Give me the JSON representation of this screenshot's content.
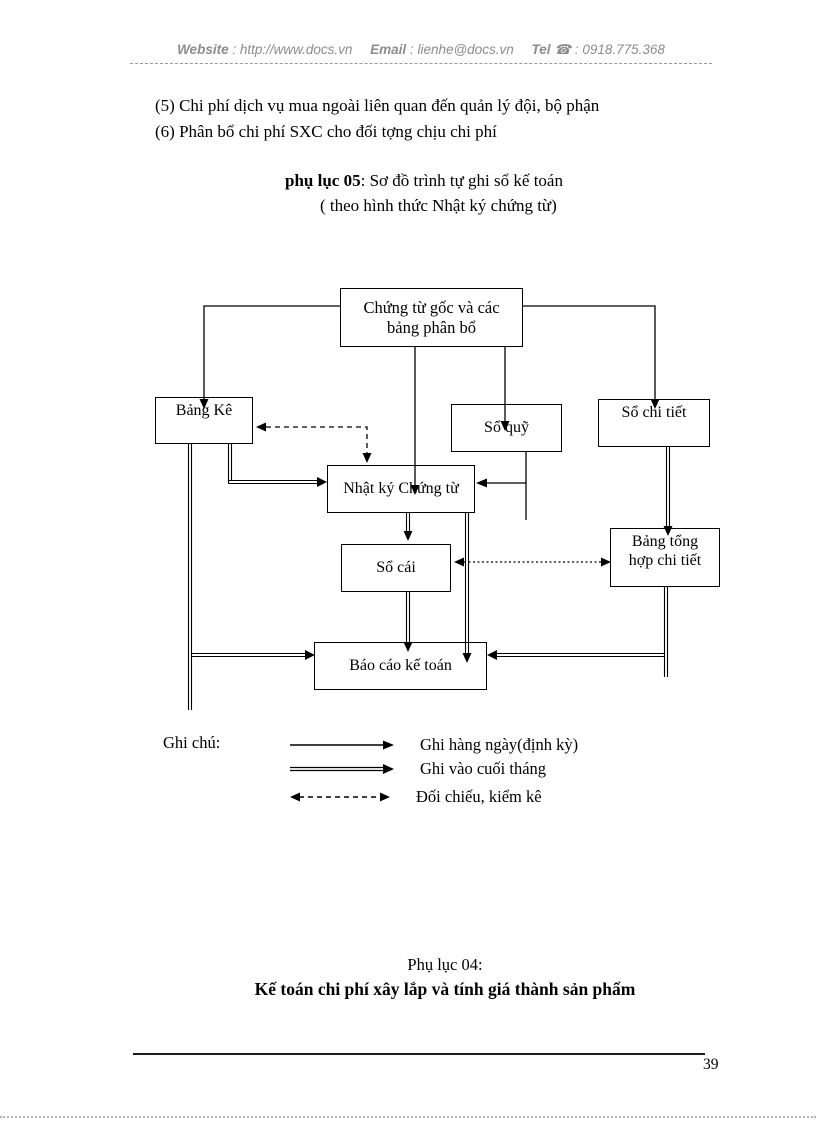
{
  "header": {
    "website_label": "Website",
    "website_value": " : http://www.docs.vn",
    "email_label": "Email",
    "email_value": " : lienhe@docs.vn",
    "tel_label": "Tel",
    "phone_icon": "☎",
    "tel_value": " : 0918.775.368"
  },
  "notes": {
    "item5": "(5) Chi phí dịch vụ mua ngoài liên quan đến quản lý đội, bộ phận",
    "item6": "(6) Phân bổ chi phí SXC cho đối tợng  chịu chi phí"
  },
  "appendix05": {
    "title_bold": "phụ lục 05",
    "title_rest": ": Sơ đồ  trình tự ghi sổ kế toán",
    "subtitle": "( theo hình thức Nhật ký chứng từ)"
  },
  "diagram": {
    "source_docs": {
      "line1": "Chứng từ gốc  và các",
      "line2": "bảng phân bổ"
    },
    "bang_ke": "Bảng Kê",
    "so_quy": "Sổ quỹ",
    "so_chi_tiet": "Sổ chi tiết",
    "nhat_ky": "Nhật ký Chứng từ",
    "so_cai": "Sổ cái",
    "bang_tong_hop": {
      "line1": "Bảng tổng",
      "line2": "hợp chi tiết"
    },
    "bao_cao": "Báo cáo kế toán"
  },
  "legend": {
    "label": "Ghi chú:",
    "items": [
      {
        "label": "Ghi hàng ngày(định kỳ)"
      },
      {
        "label": "Ghi vào cuối tháng"
      },
      {
        "label": "Đối chiếu, kiểm kê"
      }
    ]
  },
  "appendix04": {
    "line1": "Phụ lục 04:",
    "line2": "Kế toán chi phí xây lắp và tính giá thành sản phẩm"
  },
  "footer": {
    "page_number": "39"
  },
  "colors": {
    "text": "#000000",
    "header_gray": "#8c8c8c",
    "edge_dotted": "#b5b5b5"
  }
}
